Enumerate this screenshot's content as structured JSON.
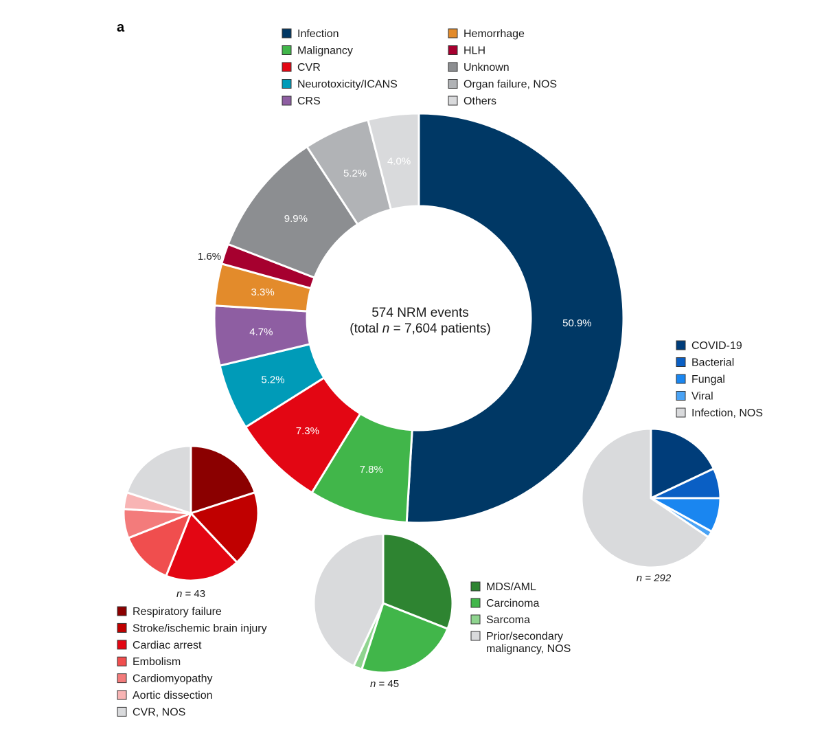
{
  "panel_letter": "a",
  "center": {
    "line1": "574 NRM events",
    "line2_pre": "(total ",
    "line2_n": "n",
    "line2_post": " = 7,604 patients)"
  },
  "colors": {
    "infection": "#003865",
    "malignancy": "#41b64a",
    "cvr": "#e30613",
    "neurotox": "#009bb8",
    "crs": "#8e5ea2",
    "hemorrhage": "#e38b2b",
    "hlh": "#a6002f",
    "unknown": "#8c8e91",
    "organ_failure": "#b1b3b6",
    "others": "#d9dadc"
  },
  "main_legend": [
    {
      "label": "Infection",
      "color": "#003865"
    },
    {
      "label": "Malignancy",
      "color": "#41b64a"
    },
    {
      "label": "CVR",
      "color": "#e30613"
    },
    {
      "label": "Neurotoxicity/ICANS",
      "color": "#009bb8"
    },
    {
      "label": "CRS",
      "color": "#8e5ea2"
    },
    {
      "label": "Hemorrhage",
      "color": "#e38b2b"
    },
    {
      "label": "HLH",
      "color": "#a6002f"
    },
    {
      "label": "Unknown",
      "color": "#8c8e91"
    },
    {
      "label": "Organ failure, NOS",
      "color": "#b1b3b6"
    },
    {
      "label": "Others",
      "color": "#d9dadc"
    }
  ],
  "chart_data": [
    {
      "type": "pie",
      "subtype": "donut",
      "series": [
        {
          "category": "Infection",
          "value": 50.9,
          "label": "50.9%",
          "color": "#003865"
        },
        {
          "category": "Malignancy",
          "value": 7.8,
          "label": "7.8%",
          "color": "#41b64a"
        },
        {
          "category": "CVR",
          "value": 7.3,
          "label": "7.3%",
          "color": "#e30613"
        },
        {
          "category": "Neurotoxicity/ICANS",
          "value": 5.2,
          "label": "5.2%",
          "color": "#009bb8"
        },
        {
          "category": "CRS",
          "value": 4.7,
          "label": "4.7%",
          "color": "#8e5ea2"
        },
        {
          "category": "Hemorrhage",
          "value": 3.3,
          "label": "3.3%",
          "color": "#e38b2b"
        },
        {
          "category": "HLH",
          "value": 1.6,
          "label": "1.6%",
          "color": "#a6002f"
        },
        {
          "category": "Unknown",
          "value": 9.9,
          "label": "9.9%",
          "color": "#8c8e91"
        },
        {
          "category": "Organ failure, NOS",
          "value": 5.2,
          "label": "5.2%",
          "color": "#b1b3b6"
        },
        {
          "category": "Others",
          "value": 4.0,
          "label": "4.0%",
          "color": "#d9dadc"
        }
      ]
    },
    {
      "type": "pie",
      "n_label": "n = 43",
      "n_value": 43,
      "series": [
        {
          "category": "Respiratory failure",
          "value": 20.0,
          "color": "#8b0000"
        },
        {
          "category": "Stroke/ischemic brain injury",
          "value": 18.0,
          "color": "#c00000"
        },
        {
          "category": "Cardiac arrest",
          "value": 18.0,
          "color": "#e30613"
        },
        {
          "category": "Embolism",
          "value": 13.0,
          "color": "#f04e4e"
        },
        {
          "category": "Cardiomyopathy",
          "value": 7.0,
          "color": "#f37b7b"
        },
        {
          "category": "Aortic dissection",
          "value": 4.0,
          "color": "#f8b4b4"
        },
        {
          "category": "CVR, NOS",
          "value": 20.0,
          "color": "#d9dadc"
        }
      ]
    },
    {
      "type": "pie",
      "n_label": "n = 45",
      "n_value": 45,
      "series": [
        {
          "category": "MDS/AML",
          "value": 31.0,
          "color": "#2e8431"
        },
        {
          "category": "Carcinoma",
          "value": 24.0,
          "color": "#41b64a"
        },
        {
          "category": "Sarcoma",
          "value": 2.0,
          "color": "#8fd48f"
        },
        {
          "category": "Prior/secondary malignancy, NOS",
          "value": 43.0,
          "color": "#d9dadc"
        }
      ]
    },
    {
      "type": "pie",
      "n_label": "n = 292",
      "n_value": 292,
      "series": [
        {
          "category": "COVID-19",
          "value": 18.0,
          "color": "#003d7a"
        },
        {
          "category": "Bacterial",
          "value": 7.0,
          "color": "#0a5fc4"
        },
        {
          "category": "Fungal",
          "value": 8.0,
          "color": "#1a86f0"
        },
        {
          "category": "Viral",
          "value": 1.5,
          "color": "#4aa3f5"
        },
        {
          "category": "Infection, NOS",
          "value": 65.5,
          "color": "#d9dadc"
        }
      ]
    }
  ],
  "cvr_legend": [
    {
      "label": "Respiratory failure",
      "color": "#8b0000"
    },
    {
      "label": "Stroke/ischemic brain injury",
      "color": "#c00000"
    },
    {
      "label": "Cardiac arrest",
      "color": "#e30613"
    },
    {
      "label": "Embolism",
      "color": "#f04e4e"
    },
    {
      "label": "Cardiomyopathy",
      "color": "#f37b7b"
    },
    {
      "label": "Aortic dissection",
      "color": "#f8b4b4"
    },
    {
      "label": "CVR, NOS",
      "color": "#d9dadc"
    }
  ],
  "malignancy_legend": [
    {
      "label": "MDS/AML",
      "color": "#2e8431"
    },
    {
      "label": "Carcinoma",
      "color": "#41b64a"
    },
    {
      "label": "Sarcoma",
      "color": "#8fd48f"
    },
    {
      "label": "Prior/secondary",
      "label2": "malignancy, NOS",
      "color": "#d9dadc"
    }
  ],
  "infection_legend": [
    {
      "label": "COVID-19",
      "color": "#003d7a"
    },
    {
      "label": "Bacterial",
      "color": "#0a5fc4"
    },
    {
      "label": "Fungal",
      "color": "#1a86f0"
    },
    {
      "label": "Viral",
      "color": "#4aa3f5"
    },
    {
      "label": "Infection, NOS",
      "color": "#d9dadc"
    }
  ]
}
